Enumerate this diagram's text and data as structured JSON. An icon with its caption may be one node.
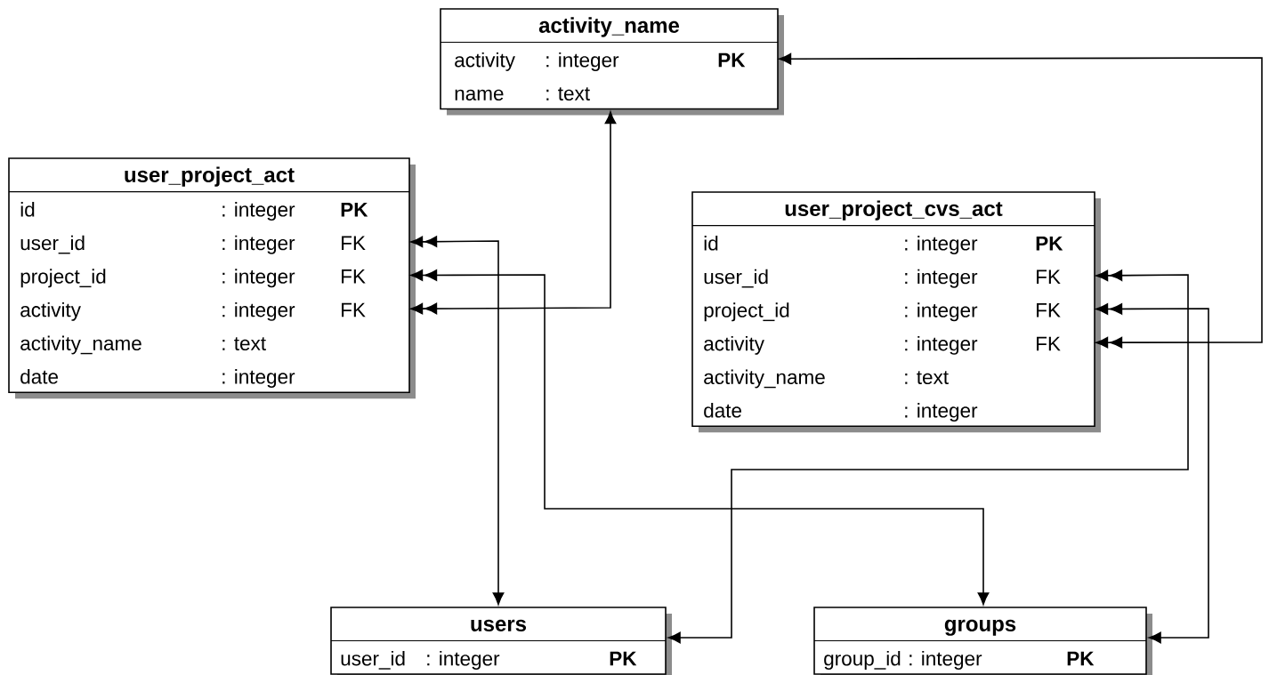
{
  "diagram": {
    "nodes": [
      {
        "text": [
          "activity_name"
        ]
      },
      {
        "text": [
          "activity",
          ": integer",
          "**PK**"
        ],
        "in": 0
      },
      {
        "text": [
          "name",
          ": text"
        ],
        "in": 0
      },
      {
        "text": [
          "user_project_act"
        ]
      },
      {
        "text": [
          "id",
          ": integer",
          "**PK**"
        ],
        "in": 3
      },
      {
        "text": [
          "user_id",
          ": integer",
          "FK"
        ],
        "in": 3
      },
      {
        "text": [
          "project_id",
          ": integer",
          "FK"
        ],
        "in": 3
      },
      {
        "text": [
          "activity",
          ": integer",
          "FK"
        ],
        "in": 3
      },
      {
        "text": [
          "activity_name",
          ": text"
        ],
        "in": 3
      },
      {
        "text": [
          "date",
          ": integer"
        ],
        "in": 3
      },
      {
        "text": [
          "user_project_cvs_act"
        ]
      },
      {
        "text": [
          "id",
          ": integer",
          "**PK**"
        ],
        "in": 10
      },
      {
        "text": [
          "user_id",
          ": integer",
          "FK"
        ],
        "in": 10
      },
      {
        "text": [
          "project_id",
          ": integer",
          "FK"
        ],
        "in": 10
      },
      {
        "text": [
          "activity",
          ": integer",
          "FK"
        ],
        "in": 10
      },
      {
        "text": [
          "activity_name",
          ": text"
        ],
        "in": 10
      },
      {
        "text": [
          "date",
          ": integer"
        ],
        "in": 10
      },
      {
        "text": [
          "users"
        ]
      },
      {
        "text": [
          "user_id",
          ": integer",
          "**PK**"
        ],
        "in": 17
      },
      {
        "text": [
          "groups"
        ]
      },
      {
        "text": [
          "group_id",
          ": integer",
          "**PK**"
        ],
        "in": 19
      }
    ],
    "edges": [
      {
        "from": 5,
        "to": 17,
        "arrow": "both"
      },
      {
        "from": 6,
        "to": 19,
        "arrow": "both"
      },
      {
        "from": 7,
        "to": 0,
        "arrow": "both"
      },
      {
        "from": 12,
        "to": 17,
        "arrow": "both"
      },
      {
        "from": 13,
        "to": 19,
        "arrow": "both"
      },
      {
        "from": 14,
        "to": 1,
        "arrow": "both"
      }
    ]
  }
}
